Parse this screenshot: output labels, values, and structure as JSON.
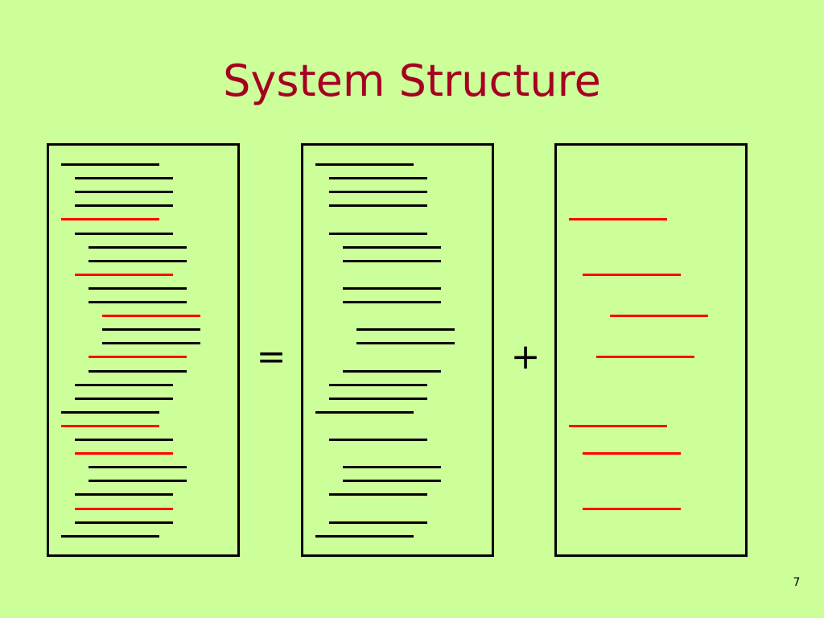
{
  "slide": {
    "title": "System Structure",
    "equals_symbol": "=",
    "plus_symbol": "+",
    "page_number": "7"
  },
  "colors": {
    "background": "#ccff99",
    "title": "#a50021",
    "highlight_line": "#ff0000",
    "plain_line": "#000000"
  },
  "panels": [
    {
      "name": "full-system",
      "lines": [
        {
          "indent": 0,
          "color": "black"
        },
        {
          "indent": 1,
          "color": "black"
        },
        {
          "indent": 1,
          "color": "black"
        },
        {
          "indent": 1,
          "color": "black"
        },
        {
          "indent": 0,
          "color": "red"
        },
        {
          "indent": 1,
          "color": "black"
        },
        {
          "indent": 2,
          "color": "black"
        },
        {
          "indent": 2,
          "color": "black"
        },
        {
          "indent": 1,
          "color": "red"
        },
        {
          "indent": 2,
          "color": "black"
        },
        {
          "indent": 2,
          "color": "black"
        },
        {
          "indent": 3,
          "color": "red"
        },
        {
          "indent": 3,
          "color": "black"
        },
        {
          "indent": 3,
          "color": "black"
        },
        {
          "indent": 2,
          "color": "red"
        },
        {
          "indent": 2,
          "color": "black"
        },
        {
          "indent": 1,
          "color": "black"
        },
        {
          "indent": 1,
          "color": "black"
        },
        {
          "indent": 0,
          "color": "black"
        },
        {
          "indent": 0,
          "color": "red"
        },
        {
          "indent": 1,
          "color": "black"
        },
        {
          "indent": 1,
          "color": "red"
        },
        {
          "indent": 2,
          "color": "black"
        },
        {
          "indent": 2,
          "color": "black"
        },
        {
          "indent": 1,
          "color": "black"
        },
        {
          "indent": 1,
          "color": "red"
        },
        {
          "indent": 1,
          "color": "black"
        },
        {
          "indent": 0,
          "color": "black"
        }
      ]
    },
    {
      "name": "base-part",
      "lines": [
        {
          "indent": 0,
          "color": "black"
        },
        {
          "indent": 1,
          "color": "black"
        },
        {
          "indent": 1,
          "color": "black"
        },
        {
          "indent": 1,
          "color": "black"
        },
        {
          "indent": null,
          "color": "none"
        },
        {
          "indent": 1,
          "color": "black"
        },
        {
          "indent": 2,
          "color": "black"
        },
        {
          "indent": 2,
          "color": "black"
        },
        {
          "indent": null,
          "color": "none"
        },
        {
          "indent": 2,
          "color": "black"
        },
        {
          "indent": 2,
          "color": "black"
        },
        {
          "indent": null,
          "color": "none"
        },
        {
          "indent": 3,
          "color": "black"
        },
        {
          "indent": 3,
          "color": "black"
        },
        {
          "indent": null,
          "color": "none"
        },
        {
          "indent": 2,
          "color": "black"
        },
        {
          "indent": 1,
          "color": "black"
        },
        {
          "indent": 1,
          "color": "black"
        },
        {
          "indent": 0,
          "color": "black"
        },
        {
          "indent": null,
          "color": "none"
        },
        {
          "indent": 1,
          "color": "black"
        },
        {
          "indent": null,
          "color": "none"
        },
        {
          "indent": 2,
          "color": "black"
        },
        {
          "indent": 2,
          "color": "black"
        },
        {
          "indent": 1,
          "color": "black"
        },
        {
          "indent": null,
          "color": "none"
        },
        {
          "indent": 1,
          "color": "black"
        },
        {
          "indent": 0,
          "color": "black"
        }
      ]
    },
    {
      "name": "extension-part",
      "lines": [
        {
          "indent": null,
          "color": "none"
        },
        {
          "indent": null,
          "color": "none"
        },
        {
          "indent": null,
          "color": "none"
        },
        {
          "indent": null,
          "color": "none"
        },
        {
          "indent": 0,
          "color": "red"
        },
        {
          "indent": null,
          "color": "none"
        },
        {
          "indent": null,
          "color": "none"
        },
        {
          "indent": null,
          "color": "none"
        },
        {
          "indent": 1,
          "color": "red"
        },
        {
          "indent": null,
          "color": "none"
        },
        {
          "indent": null,
          "color": "none"
        },
        {
          "indent": 3,
          "color": "red"
        },
        {
          "indent": null,
          "color": "none"
        },
        {
          "indent": null,
          "color": "none"
        },
        {
          "indent": 2,
          "color": "red"
        },
        {
          "indent": null,
          "color": "none"
        },
        {
          "indent": null,
          "color": "none"
        },
        {
          "indent": null,
          "color": "none"
        },
        {
          "indent": null,
          "color": "none"
        },
        {
          "indent": 0,
          "color": "red"
        },
        {
          "indent": null,
          "color": "none"
        },
        {
          "indent": 1,
          "color": "red"
        },
        {
          "indent": null,
          "color": "none"
        },
        {
          "indent": null,
          "color": "none"
        },
        {
          "indent": null,
          "color": "none"
        },
        {
          "indent": 1,
          "color": "red"
        },
        {
          "indent": null,
          "color": "none"
        },
        {
          "indent": null,
          "color": "none"
        }
      ]
    }
  ]
}
